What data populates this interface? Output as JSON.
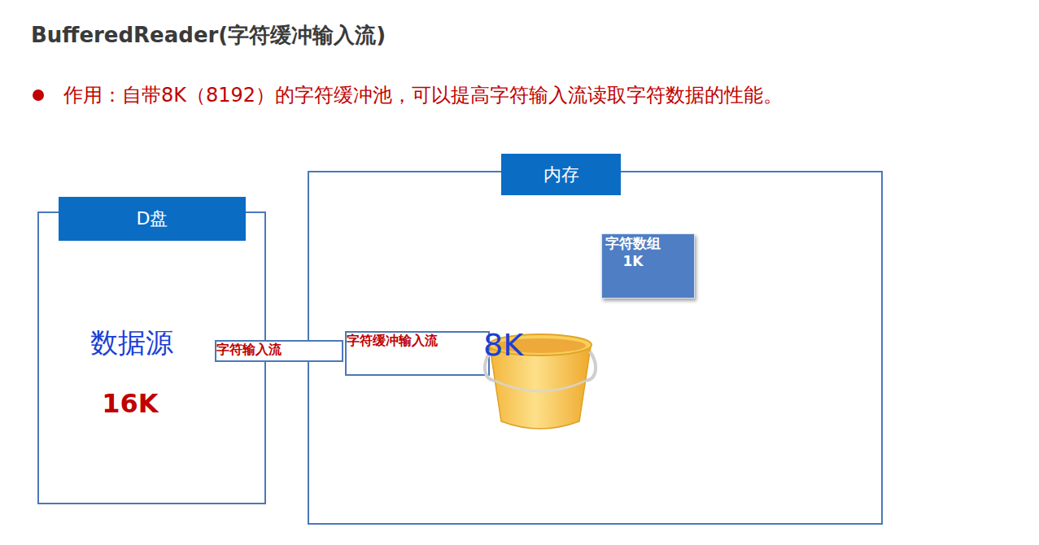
{
  "diagram": {
    "title": "BufferedReader(字符缓冲输入流)",
    "nodes": [
      {
        "text": [
          "D盘",
          "数据源",
          "16K"
        ]
      },
      {
        "text": [
          "内存"
        ]
      },
      {
        "text": [
          "字符数组 1K"
        ],
        "in": 1
      },
      {
        "text": [
          "字符输入流"
        ]
      },
      {
        "text": [
          "字符缓冲输入流"
        ],
        "in": 1
      },
      {
        "text": [
          "8K"
        ],
        "in": 1
      }
    ],
    "labels": [
      "作用：自带8K（8192）的字符缓冲池，可以提高字符输入流读取字符数据的性能。"
    ]
  }
}
